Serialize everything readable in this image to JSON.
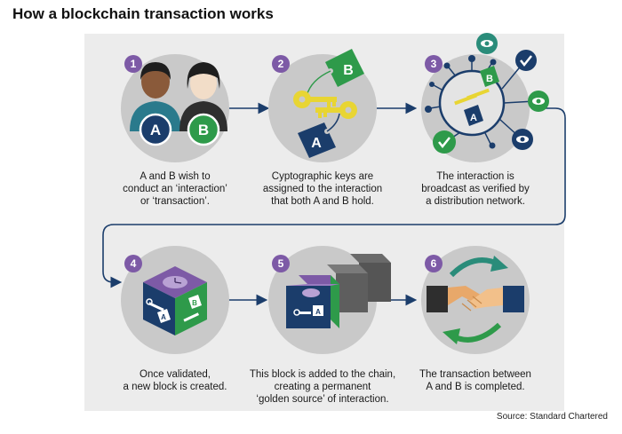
{
  "title": "How a blockchain transaction works",
  "steps": [
    {
      "number": "1",
      "caption_lines": [
        "A and B wish to",
        "conduct an ‘interaction’",
        "or ‘transaction’."
      ]
    },
    {
      "number": "2",
      "caption_lines": [
        "Cyptographic keys are",
        "assigned to the interaction",
        "that both A and B hold."
      ]
    },
    {
      "number": "3",
      "caption_lines": [
        "The interaction is",
        "broadcast as verified by",
        "a distribution network."
      ]
    },
    {
      "number": "4",
      "caption_lines": [
        "Once validated,",
        "a new block is created."
      ]
    },
    {
      "number": "5",
      "caption_lines": [
        "This block is added to the chain,",
        "creating a permanent",
        "‘golden source’ of interaction."
      ]
    },
    {
      "number": "6",
      "caption_lines": [
        "The transaction between",
        "A and B is completed."
      ]
    }
  ],
  "labels": {
    "party_a": "A",
    "party_b": "B"
  },
  "source": "Source: Standard Chartered",
  "colors": {
    "panel": "#ececec",
    "circle": "#c9c9c9",
    "badge": "#7d5aa6",
    "navy": "#1b3d6b",
    "green": "#2e9a4a",
    "teal": "#2a8c7a",
    "arrow": "#1b3d6b",
    "key_yellow": "#e8d533"
  }
}
